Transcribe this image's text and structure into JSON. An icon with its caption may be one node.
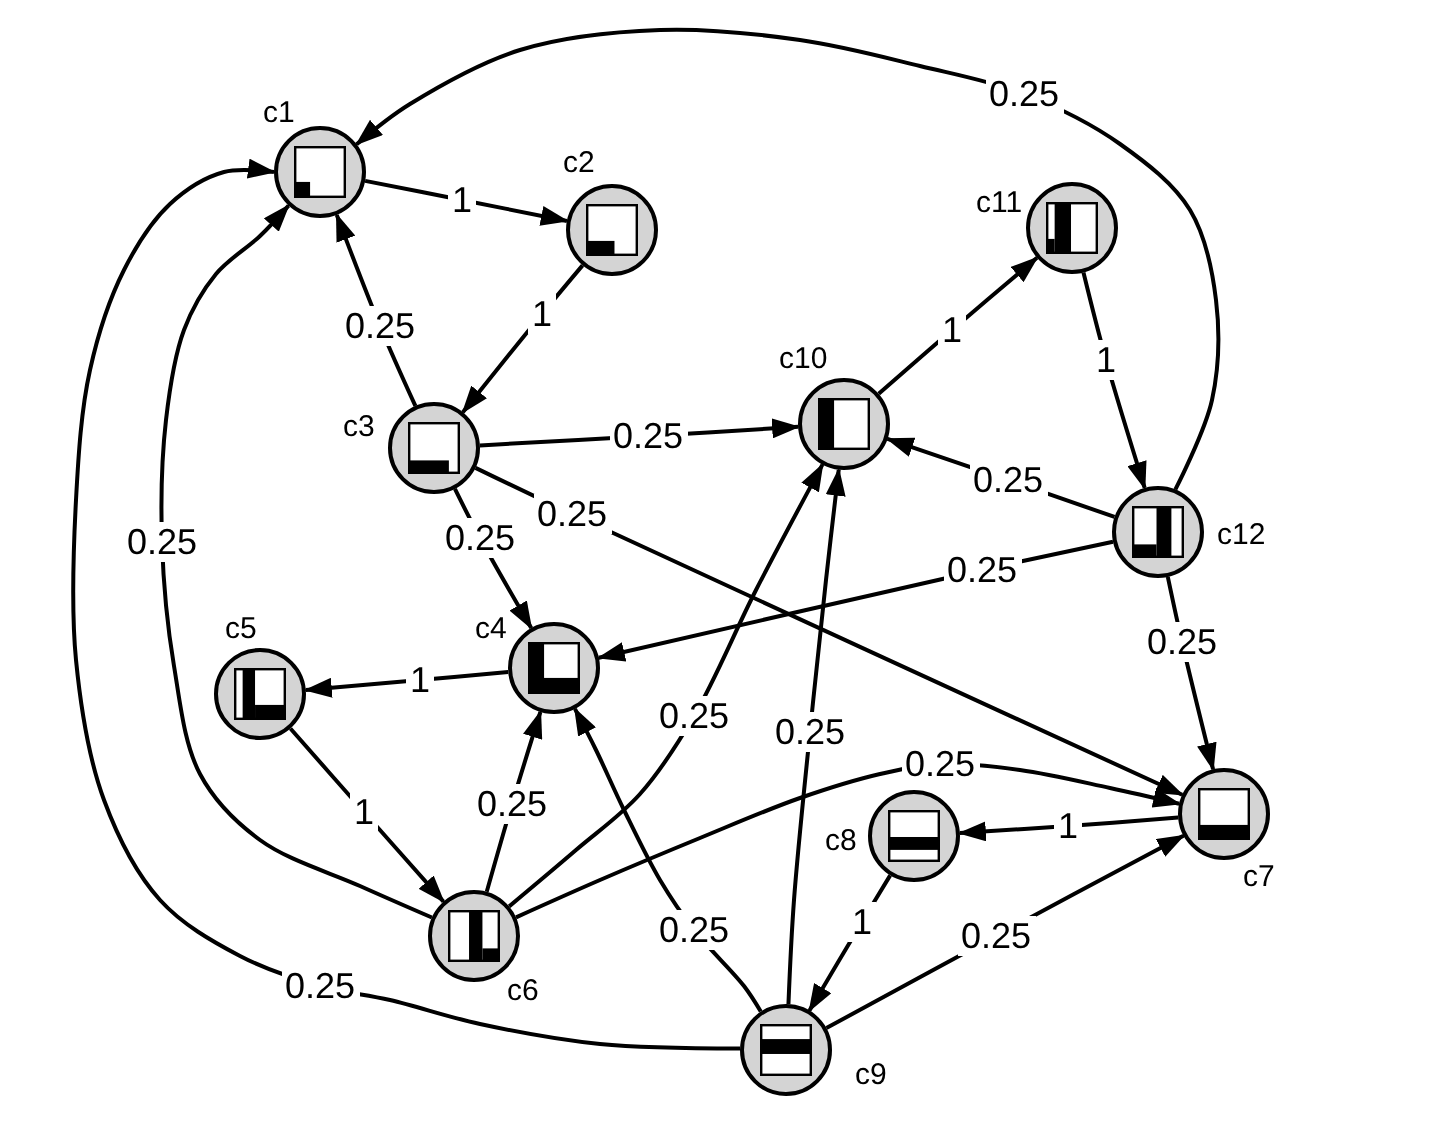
{
  "diagram": {
    "nodes": [
      {
        "text": [
          "c1"
        ]
      },
      {
        "text": [
          "c2"
        ]
      },
      {
        "text": [
          "c3"
        ]
      },
      {
        "text": [
          "c4"
        ]
      },
      {
        "text": [
          "c5"
        ]
      },
      {
        "text": [
          "c6"
        ]
      },
      {
        "text": [
          "c7"
        ]
      },
      {
        "text": [
          "c8"
        ]
      },
      {
        "text": [
          "c9"
        ]
      },
      {
        "text": [
          "c10"
        ]
      },
      {
        "text": [
          "c11"
        ]
      },
      {
        "text": [
          "c12"
        ]
      }
    ],
    "edges": [
      {
        "from": 0,
        "to": 1,
        "arrow": "to",
        "label": "1"
      },
      {
        "from": 1,
        "to": 2,
        "arrow": "to",
        "label": "1"
      },
      {
        "from": 2,
        "to": 0,
        "arrow": "to",
        "label": "0.25"
      },
      {
        "from": 2,
        "to": 9,
        "arrow": "to",
        "label": "0.25"
      },
      {
        "from": 2,
        "to": 3,
        "arrow": "to",
        "label": "0.25"
      },
      {
        "from": 2,
        "to": 6,
        "arrow": "to",
        "label": "0.25"
      },
      {
        "from": 9,
        "to": 10,
        "arrow": "to",
        "label": "1"
      },
      {
        "from": 10,
        "to": 11,
        "arrow": "to",
        "label": "1"
      },
      {
        "from": 11,
        "to": 9,
        "arrow": "to",
        "label": "0.25"
      },
      {
        "from": 11,
        "to": 0,
        "arrow": "to",
        "label": "0.25"
      },
      {
        "from": 11,
        "to": 3,
        "arrow": "to",
        "label": "0.25"
      },
      {
        "from": 11,
        "to": 6,
        "arrow": "to",
        "label": "0.25"
      },
      {
        "from": 3,
        "to": 4,
        "arrow": "to",
        "label": "1"
      },
      {
        "from": 4,
        "to": 5,
        "arrow": "to",
        "label": "1"
      },
      {
        "from": 5,
        "to": 3,
        "arrow": "to",
        "label": "0.25"
      },
      {
        "from": 5,
        "to": 0,
        "arrow": "to",
        "label": "0.25"
      },
      {
        "from": 5,
        "to": 9,
        "arrow": "to",
        "label": "0.25"
      },
      {
        "from": 5,
        "to": 6,
        "arrow": "to",
        "label": "0.25"
      },
      {
        "from": 6,
        "to": 7,
        "arrow": "to",
        "label": "1"
      },
      {
        "from": 7,
        "to": 8,
        "arrow": "to",
        "label": "1"
      },
      {
        "from": 8,
        "to": 3,
        "arrow": "to",
        "label": "0.25"
      },
      {
        "from": 8,
        "to": 9,
        "arrow": "to",
        "label": "0.25"
      },
      {
        "from": 8,
        "to": 6,
        "arrow": "to",
        "label": "0.25"
      },
      {
        "from": 8,
        "to": 0,
        "arrow": "to",
        "label": "0.25"
      }
    ]
  }
}
